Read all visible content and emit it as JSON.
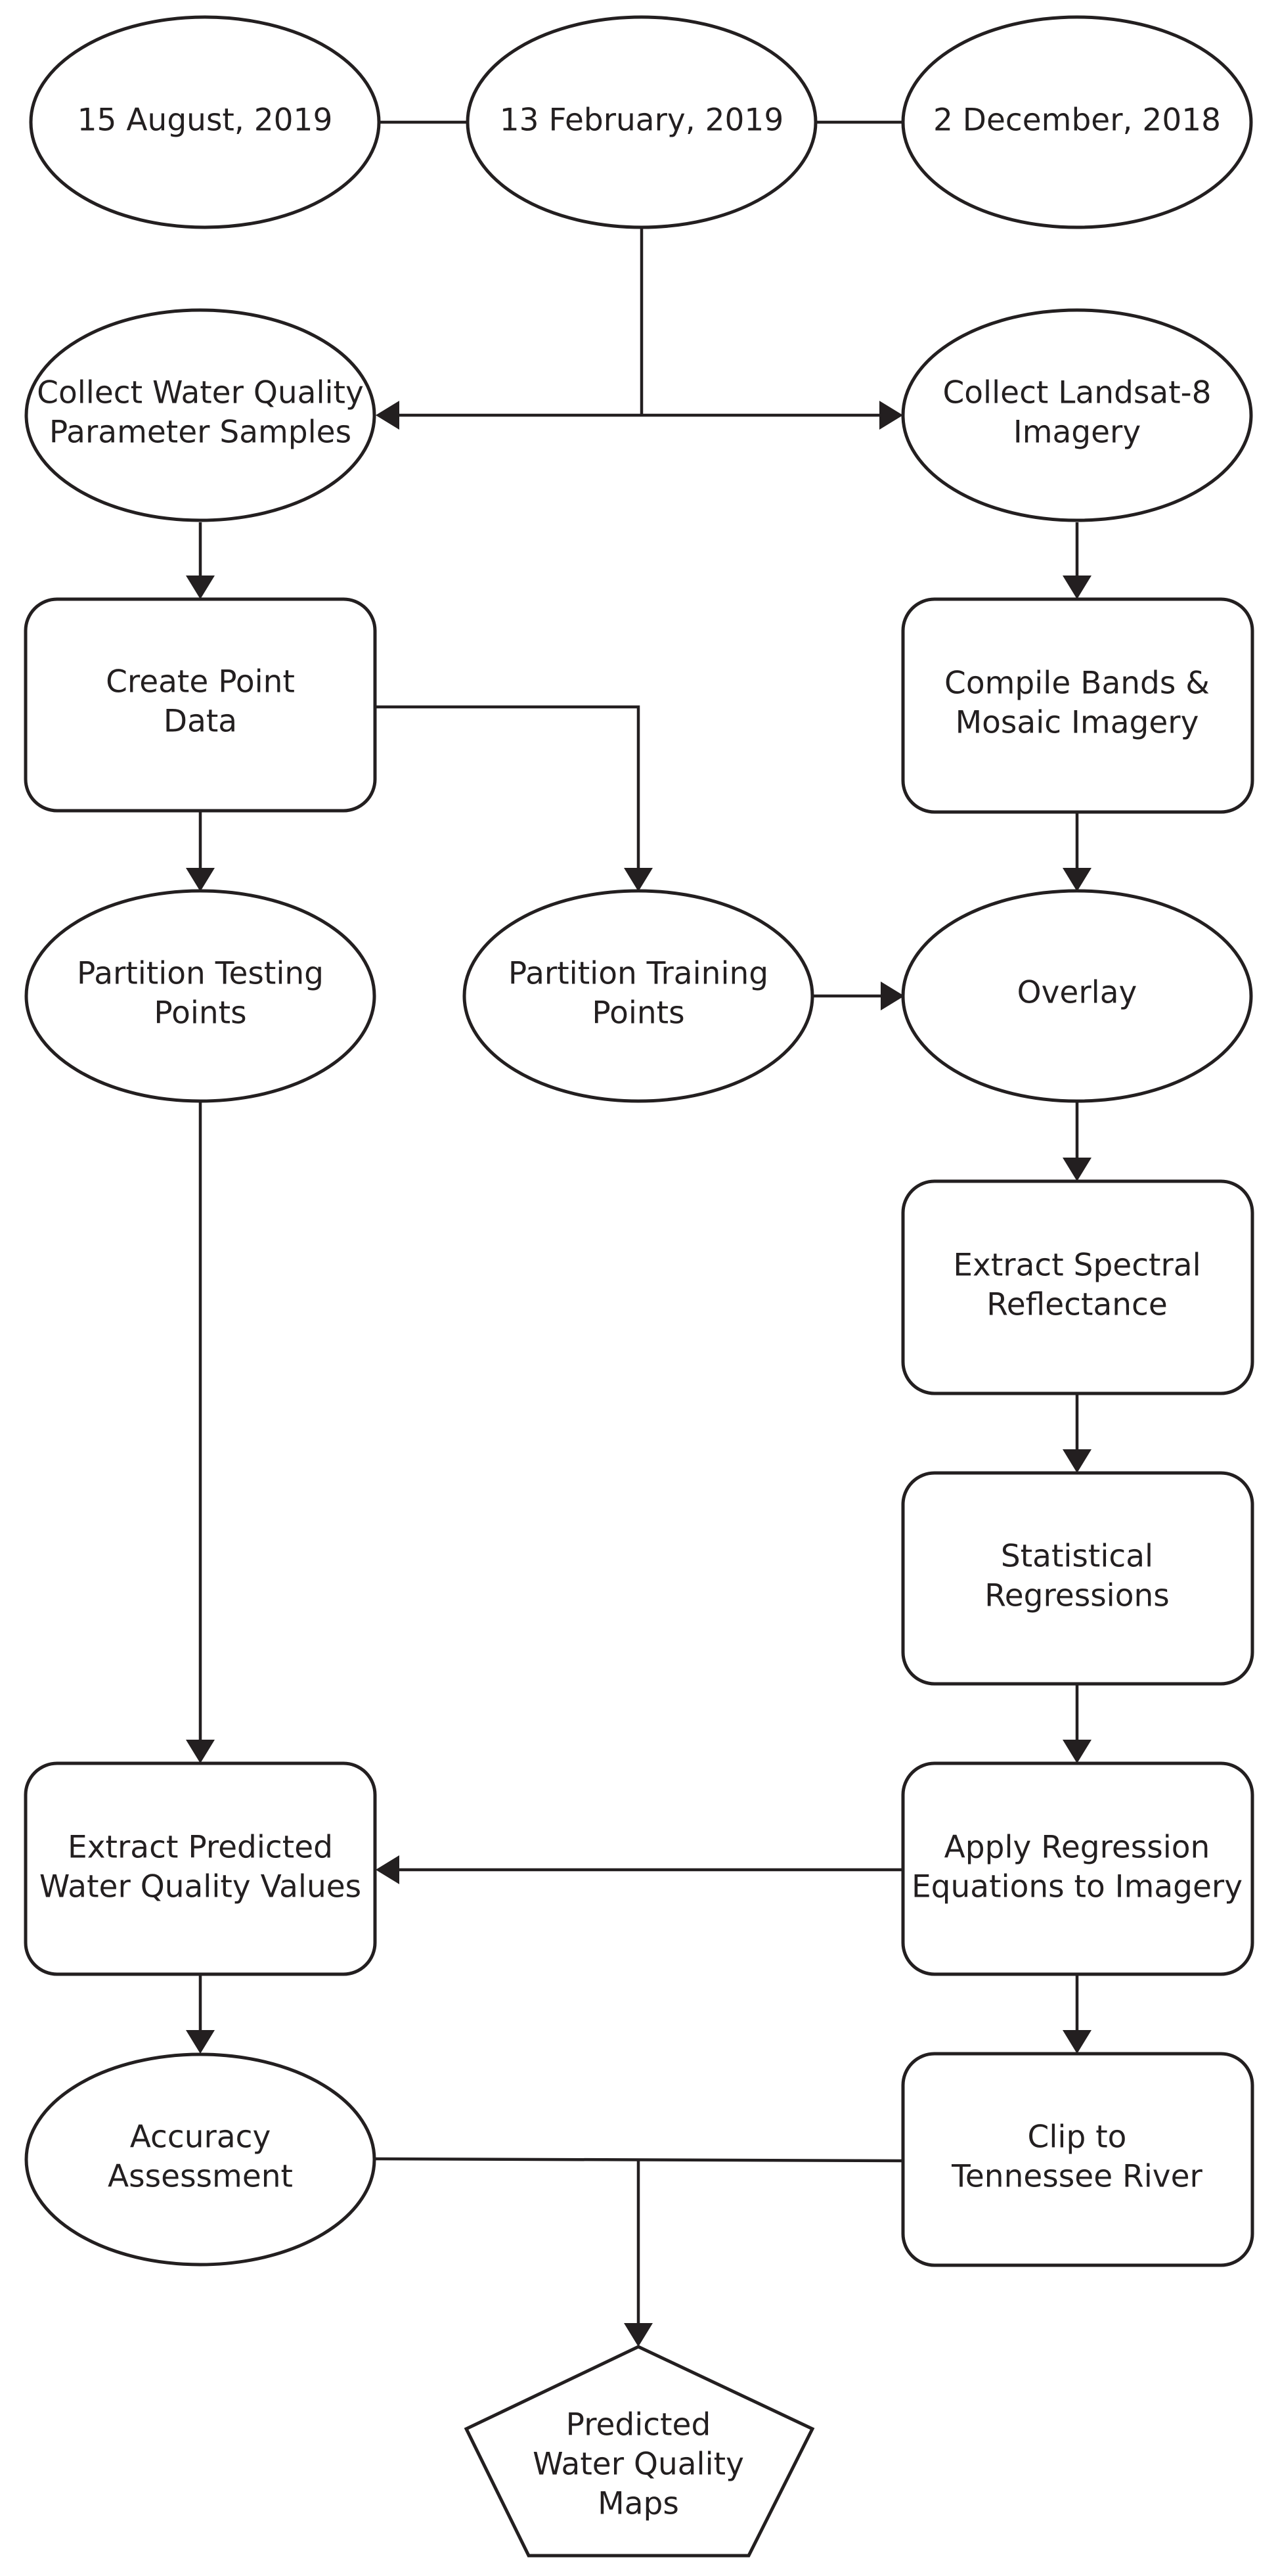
{
  "colors": {
    "ink": "#231f20",
    "fill": "#ffffff"
  },
  "nodes": {
    "date_aug": {
      "shape": "ellipse",
      "lines": [
        "15 August, 2019"
      ]
    },
    "date_feb": {
      "shape": "ellipse",
      "lines": [
        "13 February, 2019"
      ]
    },
    "date_dec": {
      "shape": "ellipse",
      "lines": [
        "2 December, 2018"
      ]
    },
    "collect_samples": {
      "shape": "ellipse",
      "lines": [
        "Collect Water Quality",
        "Parameter Samples"
      ]
    },
    "collect_landsat": {
      "shape": "ellipse",
      "lines": [
        "Collect Landsat-8",
        "Imagery"
      ]
    },
    "create_point": {
      "shape": "rounded-rect",
      "lines": [
        "Create Point",
        "Data"
      ]
    },
    "compile_bands": {
      "shape": "rounded-rect",
      "lines": [
        "Compile Bands &",
        "Mosaic Imagery"
      ]
    },
    "partition_testing": {
      "shape": "ellipse",
      "lines": [
        "Partition Testing",
        "Points"
      ]
    },
    "partition_training": {
      "shape": "ellipse",
      "lines": [
        "Partition Training",
        "Points"
      ]
    },
    "overlay": {
      "shape": "ellipse",
      "lines": [
        "Overlay"
      ]
    },
    "extract_spectral": {
      "shape": "rounded-rect",
      "lines": [
        "Extract Spectral",
        "Reflectance"
      ]
    },
    "stat_regressions": {
      "shape": "rounded-rect",
      "lines": [
        "Statistical",
        "Regressions"
      ]
    },
    "extract_predicted": {
      "shape": "rounded-rect",
      "lines": [
        "Extract Predicted",
        "Water Quality Values"
      ]
    },
    "apply_regression": {
      "shape": "rounded-rect",
      "lines": [
        "Apply Regression",
        "Equations to Imagery"
      ]
    },
    "accuracy": {
      "shape": "ellipse",
      "lines": [
        "Accuracy",
        "Assessment"
      ]
    },
    "clip_river": {
      "shape": "rounded-rect",
      "lines": [
        "Clip to",
        "Tennessee River"
      ]
    },
    "predicted_maps": {
      "shape": "pentagon",
      "lines": [
        "Predicted",
        "Water Quality",
        "Maps"
      ]
    }
  },
  "edges": [
    {
      "from": "date_aug",
      "to": "date_feb",
      "arrow": false
    },
    {
      "from": "date_feb",
      "to": "date_dec",
      "arrow": false
    },
    {
      "from": "date_feb",
      "to": "collect_samples",
      "arrow": true
    },
    {
      "from": "date_feb",
      "to": "collect_landsat",
      "arrow": true
    },
    {
      "from": "collect_samples",
      "to": "create_point",
      "arrow": true
    },
    {
      "from": "collect_landsat",
      "to": "compile_bands",
      "arrow": true
    },
    {
      "from": "create_point",
      "to": "partition_testing",
      "arrow": true
    },
    {
      "from": "create_point",
      "to": "partition_training",
      "arrow": true
    },
    {
      "from": "compile_bands",
      "to": "overlay",
      "arrow": true
    },
    {
      "from": "partition_training",
      "to": "overlay",
      "arrow": true
    },
    {
      "from": "overlay",
      "to": "extract_spectral",
      "arrow": true
    },
    {
      "from": "extract_spectral",
      "to": "stat_regressions",
      "arrow": true
    },
    {
      "from": "stat_regressions",
      "to": "apply_regression",
      "arrow": true
    },
    {
      "from": "partition_testing",
      "to": "extract_predicted",
      "arrow": true
    },
    {
      "from": "apply_regression",
      "to": "extract_predicted",
      "arrow": true
    },
    {
      "from": "apply_regression",
      "to": "clip_river",
      "arrow": true
    },
    {
      "from": "extract_predicted",
      "to": "accuracy",
      "arrow": true
    },
    {
      "from": "accuracy",
      "to": "predicted_maps",
      "arrow": true
    },
    {
      "from": "clip_river",
      "to": "predicted_maps",
      "arrow": true
    }
  ]
}
